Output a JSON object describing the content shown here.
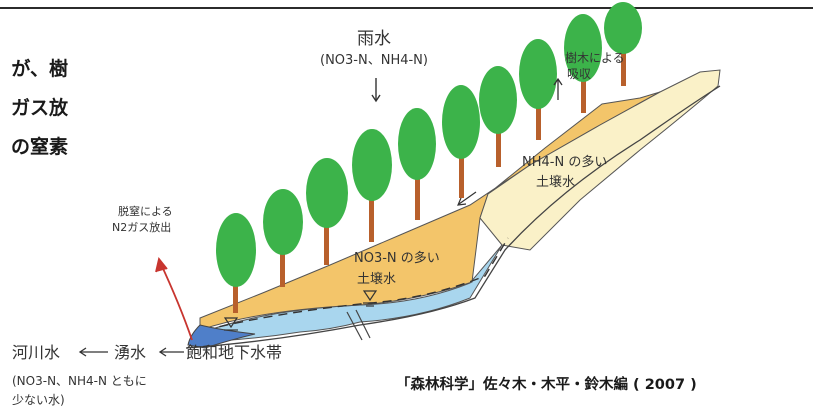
{
  "body_text": [
    "が、樹",
    "ガス放",
    "の窒素"
  ],
  "diagram": {
    "rain_title": "雨水",
    "rain_formula": "(NO3-N、NH4-N)",
    "tree_uptake": [
      "樹木による",
      "吸収"
    ],
    "soil_nh4": [
      "NH4-N の多い",
      "土壌水"
    ],
    "soil_no3": [
      "NO3-N の多い",
      "土壌水"
    ],
    "denitrification": [
      "脱窒による",
      "N2ガス放出"
    ],
    "river_water": "河川水",
    "spring_water": "湧水",
    "saturated_zone": "飽和地下水帯",
    "low_nitrogen_note": [
      "(NO3-N、NH4-N ともに",
      "少ない水)"
    ]
  },
  "citation": "「森林科学」佐々木・木平・鈴木編 ( 2007 )",
  "colors": {
    "foliage": "#3cb34a",
    "trunk": "#b8602c",
    "soil_no3": "#f3c56a",
    "soil_nh4": "#faf1c8",
    "groundwater": "#a9d6ee",
    "saturated": "#4f7fc9",
    "denitrification_arrow": "#c8352f"
  }
}
